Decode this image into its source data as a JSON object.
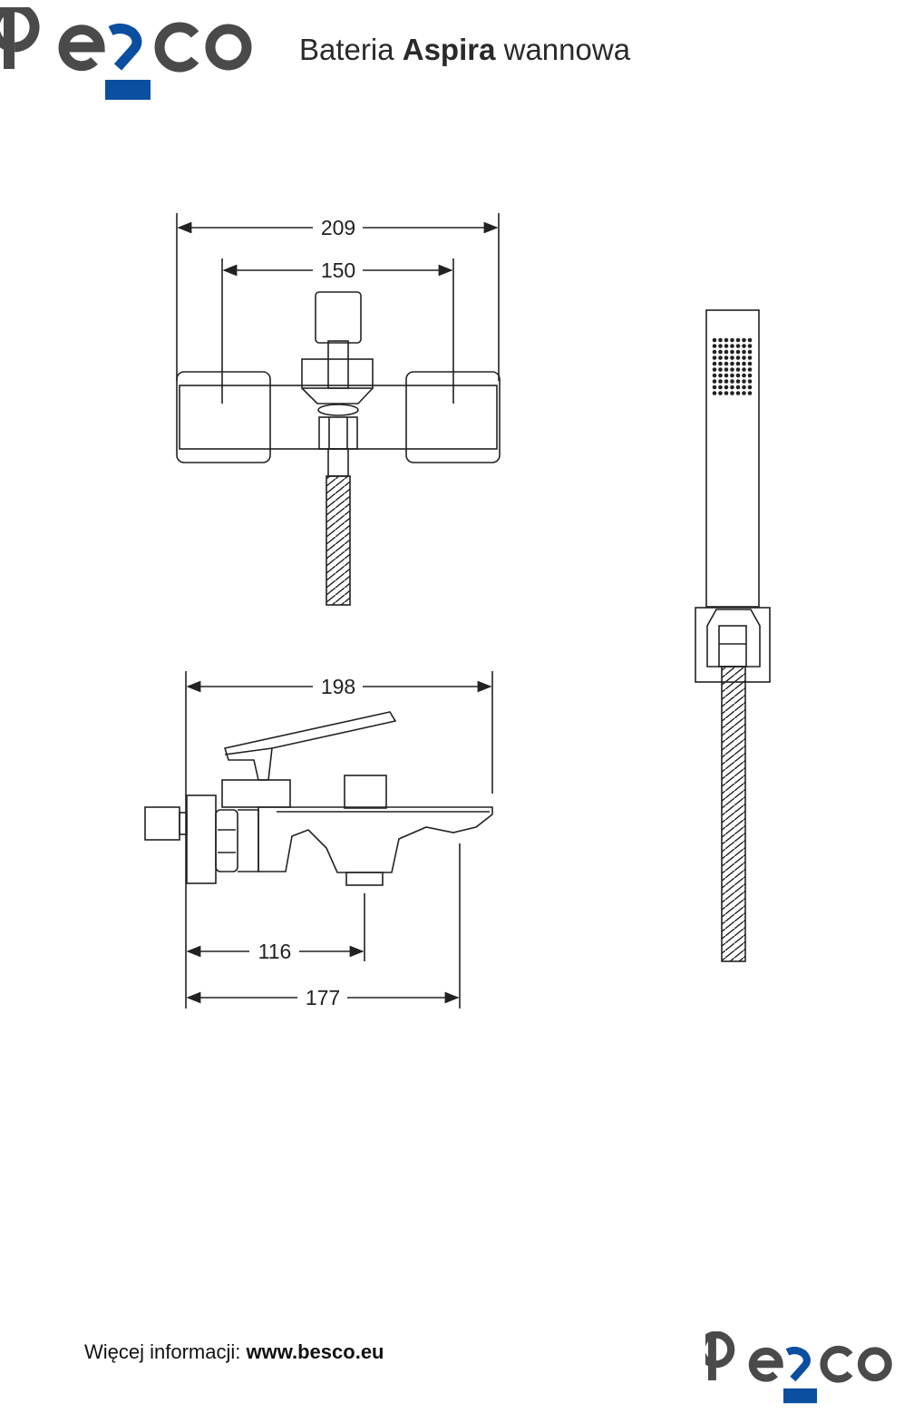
{
  "brand": {
    "wordmark": "besco",
    "colors": {
      "text": "#4a4a4a",
      "accent": "#0b4fa0"
    }
  },
  "header": {
    "title_prefix": "Bateria ",
    "title_bold": "Aspira",
    "title_suffix": " wannowa"
  },
  "dimensions": {
    "front_overall": "209",
    "front_spacing": "150",
    "side_overall": "198",
    "side_outlet": "116",
    "side_spout": "177"
  },
  "footer": {
    "label": "Więcej informacji: ",
    "url": "www.besco.eu"
  }
}
